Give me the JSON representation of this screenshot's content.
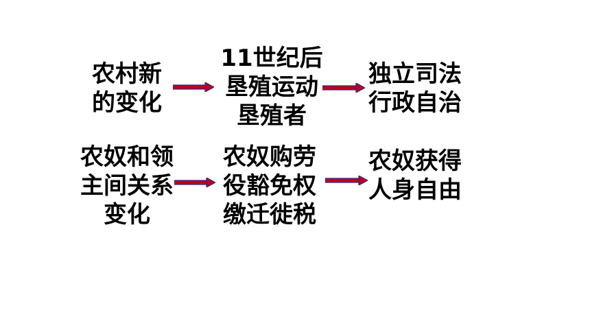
{
  "diagram": {
    "rows": [
      {
        "steps": [
          {
            "lines": [
              "农村新",
              "的变化"
            ]
          },
          {
            "lines": [
              "11世纪后",
              "垦殖运动",
              "垦殖者"
            ]
          },
          {
            "lines": [
              "独立司法",
              "行政自治"
            ]
          }
        ]
      },
      {
        "steps": [
          {
            "lines": [
              "农奴和领",
              "主间关系",
              "变化"
            ]
          },
          {
            "lines": [
              "农奴购劳",
              "役豁免权",
              "缴迁徙税"
            ]
          },
          {
            "lines": [
              "农奴获得",
              "人身自由"
            ]
          }
        ]
      }
    ],
    "arrow_colors": {
      "fill": "#c0001a",
      "outline": "#2b2b8c"
    }
  }
}
